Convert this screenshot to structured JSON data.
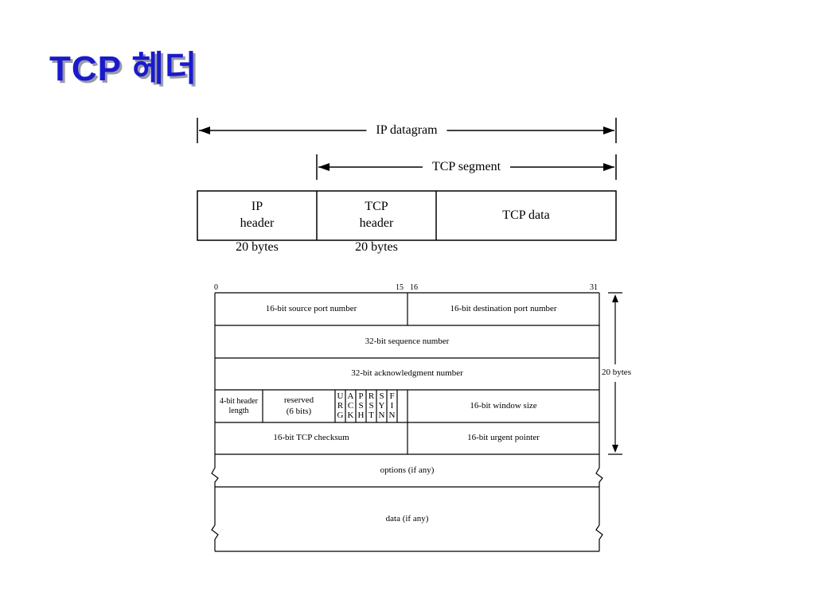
{
  "slide": {
    "title": "TCP 헤더"
  },
  "encapsulation": {
    "ip_datagram_label": "IP datagram",
    "tcp_segment_label": "TCP segment",
    "segments": [
      {
        "line1": "IP",
        "line2": "header",
        "size": "20 bytes"
      },
      {
        "line1": "TCP",
        "line2": "header",
        "size": "20 bytes"
      },
      {
        "line1": "TCP data"
      }
    ]
  },
  "header_layout": {
    "bit_numbers": [
      "0",
      "15",
      "16",
      "31"
    ],
    "side_label": "20 bytes",
    "rows": {
      "source_port": "16-bit source port number",
      "destination_port": "16-bit destination port number",
      "sequence": "32-bit sequence number",
      "acknowledgment": "32-bit acknowledgment number",
      "header_length_line1": "4-bit header",
      "header_length_line2": "length",
      "reserved_line1": "reserved",
      "reserved_line2": "(6 bits)",
      "window_size": "16-bit window size",
      "checksum": "16-bit TCP checksum",
      "urgent_pointer": "16-bit urgent pointer",
      "options": "options (if any)",
      "data": "data (if any)"
    },
    "flags": [
      {
        "name": "URG",
        "letters": [
          "U",
          "R",
          "G"
        ]
      },
      {
        "name": "ACK",
        "letters": [
          "A",
          "C",
          "K"
        ]
      },
      {
        "name": "PSH",
        "letters": [
          "P",
          "S",
          "H"
        ]
      },
      {
        "name": "RST",
        "letters": [
          "R",
          "S",
          "T"
        ]
      },
      {
        "name": "SYN",
        "letters": [
          "S",
          "Y",
          "N"
        ]
      },
      {
        "name": "FIN",
        "letters": [
          "F",
          "I",
          "N"
        ]
      }
    ]
  }
}
